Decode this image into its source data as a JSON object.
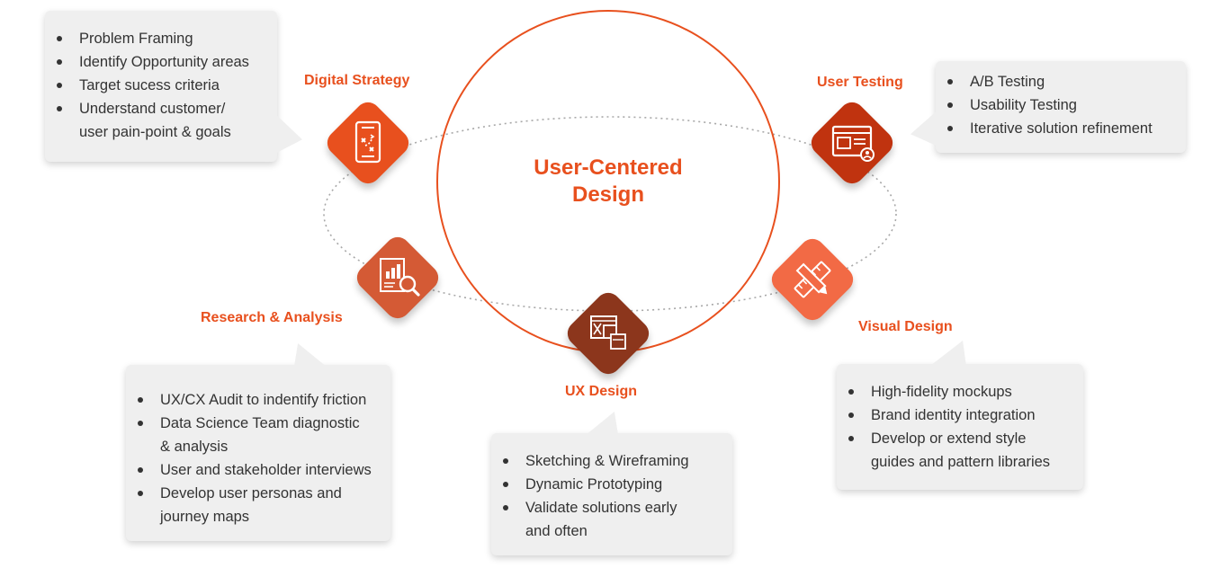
{
  "center": {
    "line1": "User-Centered",
    "line2": "Design"
  },
  "stages": {
    "digital_strategy": {
      "label": "Digital Strategy",
      "color": "#e8501e",
      "icon": "mobile-strategy-icon",
      "items": [
        "Problem Framing",
        "Identify Opportunity areas",
        "Target sucess criteria",
        "Understand customer/",
        "user pain-point & goals"
      ]
    },
    "user_testing": {
      "label": "User Testing",
      "color": "#c0330f",
      "icon": "testing-screen-icon",
      "items": [
        "A/B Testing",
        "Usability Testing",
        "Iterative solution refinement"
      ]
    },
    "visual_design": {
      "label": "Visual Design",
      "color": "#f26a45",
      "icon": "pencil-ruler-icon",
      "items": [
        "High-fidelity mockups",
        "Brand identity integration",
        "Develop or extend style",
        "guides and pattern libraries"
      ]
    },
    "ux_design": {
      "label": "UX Design",
      "color": "#8c361c",
      "icon": "wireframe-icon",
      "items": [
        "Sketching & Wireframing",
        "Dynamic Prototyping",
        "Validate solutions early",
        "and often"
      ]
    },
    "research_analysis": {
      "label": "Research & Analysis",
      "color": "#d45a35",
      "icon": "report-search-icon",
      "items": [
        "UX/CX Audit to indentify friction",
        "Data Science Team diagnostic",
        "& analysis",
        "User and stakeholder interviews",
        "Develop user personas and",
        "journey maps"
      ]
    }
  }
}
